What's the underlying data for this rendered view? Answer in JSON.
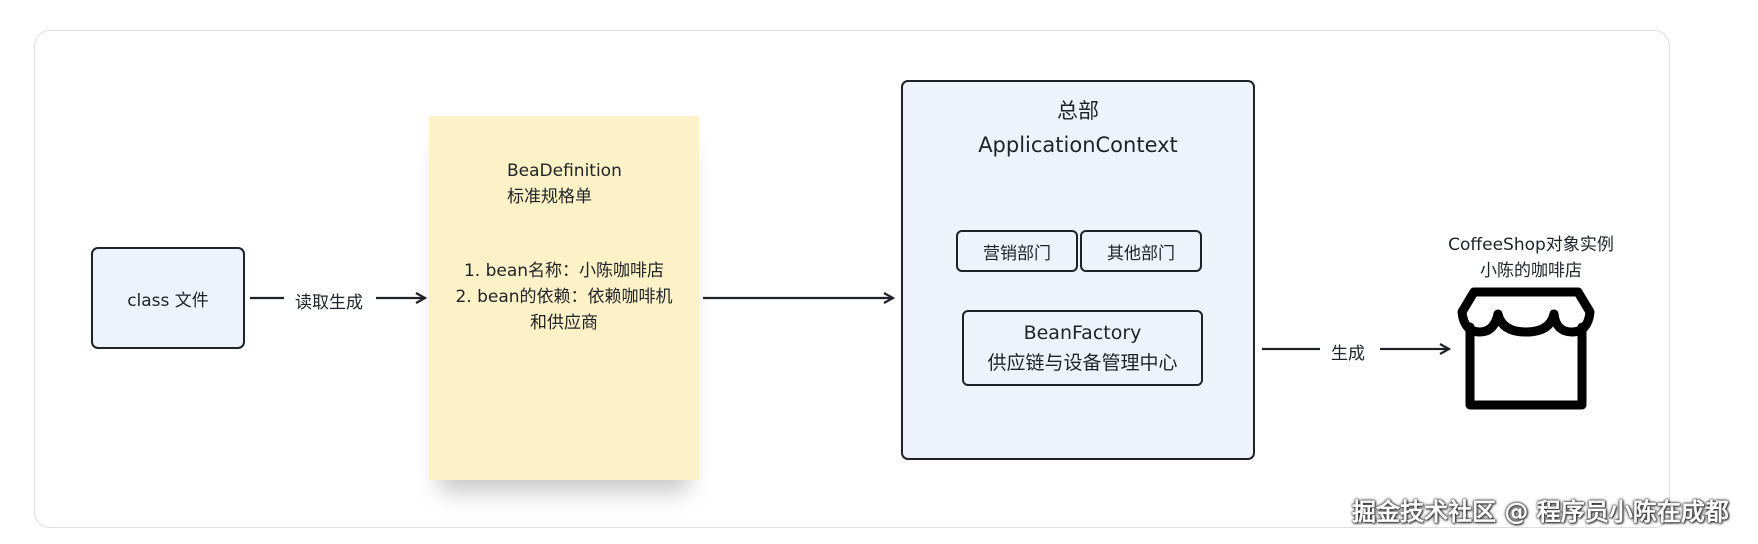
{
  "class_file": {
    "label": "class 文件"
  },
  "arrow_read": {
    "label": "读取生成"
  },
  "bean_definition": {
    "title": "BeaDefinition",
    "subtitle": "标准规格单",
    "line1": "1. bean名称：小陈咖啡店",
    "line2": "2. bean的依赖：依赖咖啡机",
    "line3": "和供应商"
  },
  "application_context": {
    "title_cn": "总部",
    "title_en": "ApplicationContext",
    "marketing": "营销部门",
    "other": "其他部门",
    "bean_factory_en": "BeanFactory",
    "bean_factory_cn": "供应链与设备管理中心"
  },
  "arrow_generate": {
    "label": "生成"
  },
  "coffee_shop": {
    "line1": "CoffeeShop对象实例",
    "line2": "小陈的咖啡店",
    "icon": "storefront-icon"
  },
  "watermark": "掘金技术社区 @ 程序员小陈在成都",
  "colors": {
    "box_fill": "#eef2fb",
    "note_fill": "#fcf1c7",
    "stroke": "#1f2329"
  }
}
